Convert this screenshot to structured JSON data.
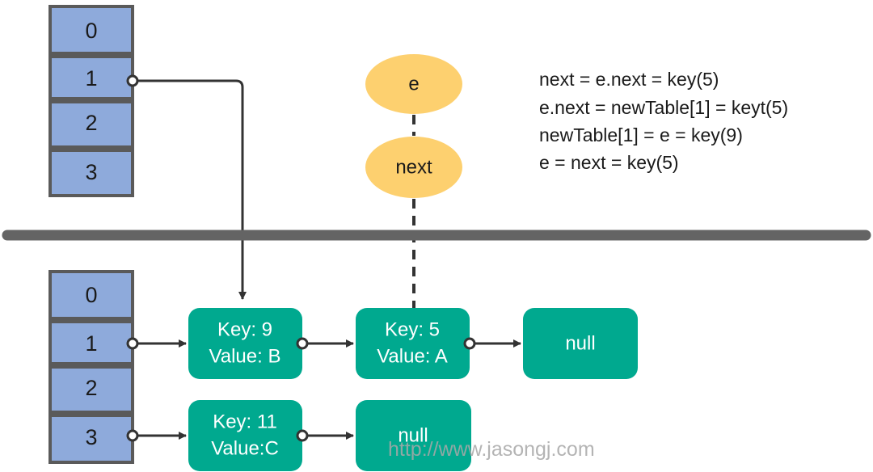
{
  "colors": {
    "cell_fill": "#8eaadb",
    "cell_border": "#5a5a5a",
    "node_fill": "#00a98f",
    "ellipse_fill": "#fdd06f",
    "line": "#333333",
    "divider": "#646464"
  },
  "top_table": {
    "cells": [
      "0",
      "1",
      "2",
      "3"
    ]
  },
  "bottom_table": {
    "cells": [
      "0",
      "1",
      "2",
      "3"
    ]
  },
  "ellipses": {
    "e": "e",
    "next": "next"
  },
  "code": {
    "lines": [
      "next = e.next = key(5)",
      "e.next = newTable[1] = keyt(5)",
      "newTable[1] = e = key(9)",
      "e = next = key(5)"
    ]
  },
  "nodes": {
    "key9": {
      "key": "Key: 9",
      "value": "Value: B"
    },
    "key5": {
      "key": "Key: 5",
      "value": "Value: A"
    },
    "null1": {
      "label": "null"
    },
    "key11": {
      "key": "Key: 11",
      "value": "Value:C"
    },
    "null2": {
      "label": "null"
    }
  },
  "watermark": "http://www.jasongj.com"
}
